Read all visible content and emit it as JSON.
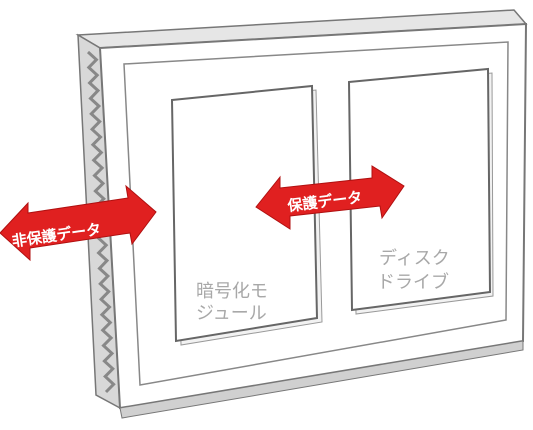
{
  "arrows": {
    "unprotected_label": "非保護データ",
    "protected_label": "保護データ"
  },
  "modules": {
    "encryption": {
      "line1": "暗号化モ",
      "line2": "ジュール"
    },
    "disk_drive": {
      "line1": "ディスク",
      "line2": "ドライブ"
    }
  },
  "colors": {
    "arrow_fill": "#e02020",
    "device_outline": "#777777",
    "device_face": "#ffffff",
    "device_side": "#d8d8d8"
  }
}
